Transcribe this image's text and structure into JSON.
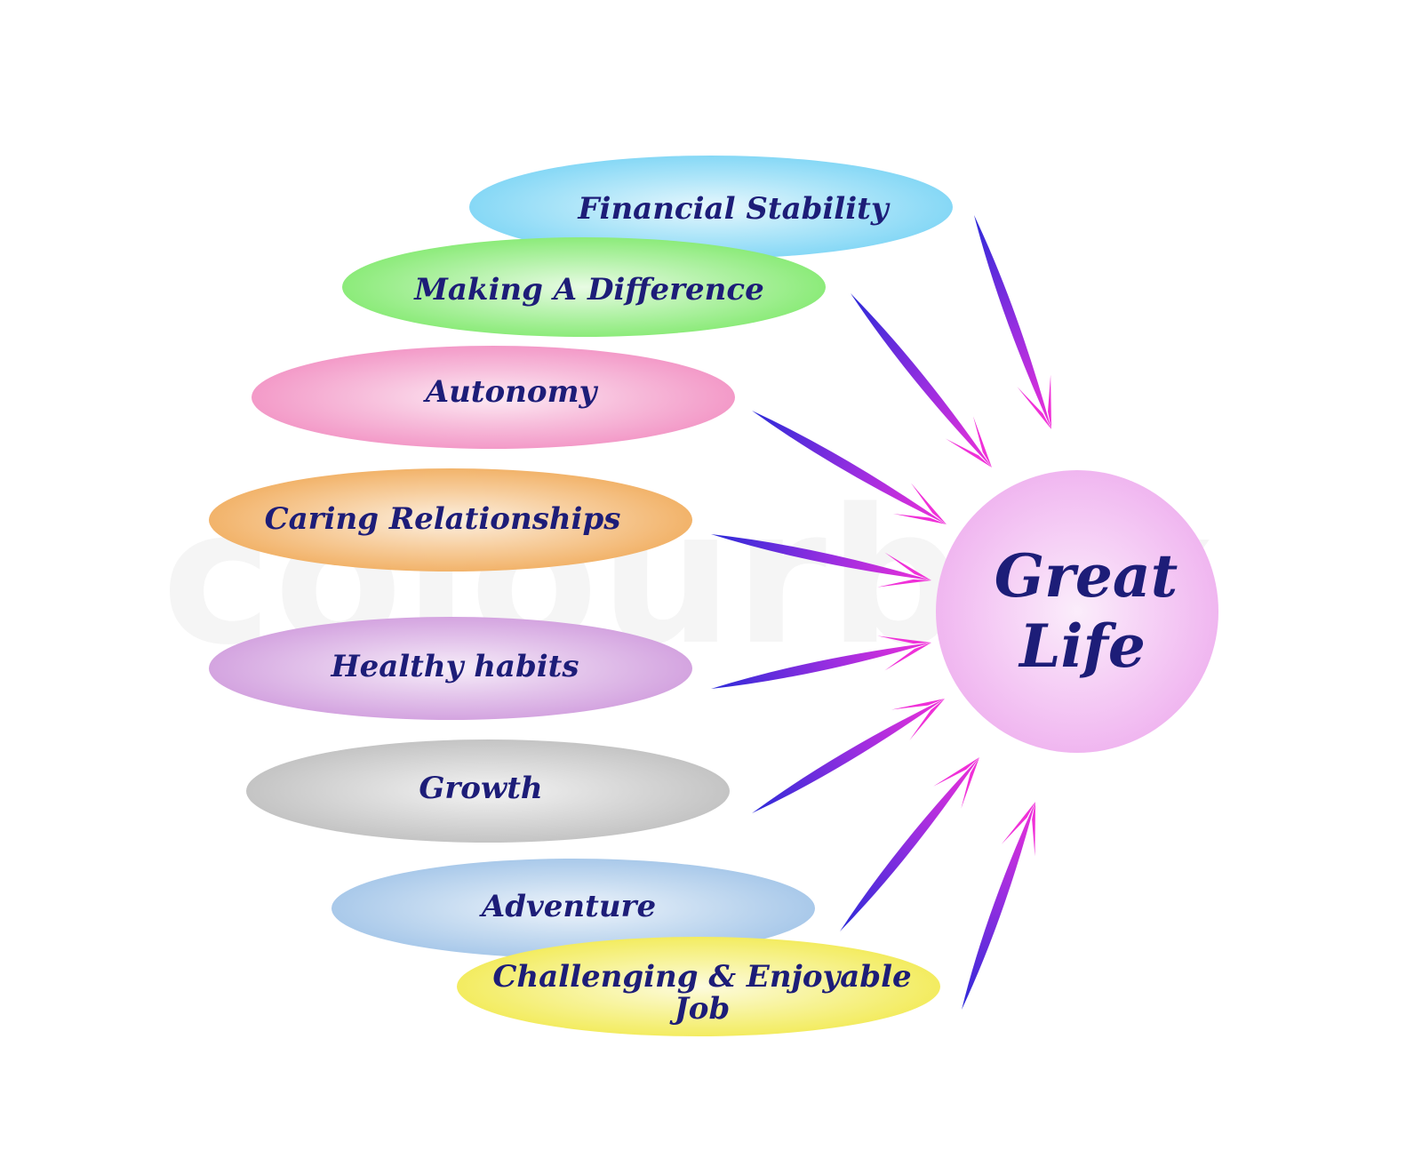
{
  "diagram": {
    "hub": {
      "lines": [
        "Great",
        "Life"
      ],
      "color": "#f0b6f0"
    },
    "factors": [
      {
        "label": [
          "Financial Stability"
        ],
        "color": "#86d8f6"
      },
      {
        "label": [
          "Making A Difference"
        ],
        "color": "#8ceb7a"
      },
      {
        "label": [
          "Autonomy"
        ],
        "color": "#f39ac8"
      },
      {
        "label": [
          "Caring Relationships"
        ],
        "color": "#f2b36a"
      },
      {
        "label": [
          "Healthy habits"
        ],
        "color": "#d4a4e0"
      },
      {
        "label": [
          "Growth"
        ],
        "color": "#c4c4c4"
      },
      {
        "label": [
          "Adventure"
        ],
        "color": "#a9c9ea"
      },
      {
        "label": [
          "Challenging & Enjoyable",
          "Job"
        ],
        "color": "#f3ec60"
      }
    ],
    "arrow_colors": {
      "tail": "#2a2ad8",
      "head": "#f030d8"
    }
  },
  "watermark": "colourbox"
}
